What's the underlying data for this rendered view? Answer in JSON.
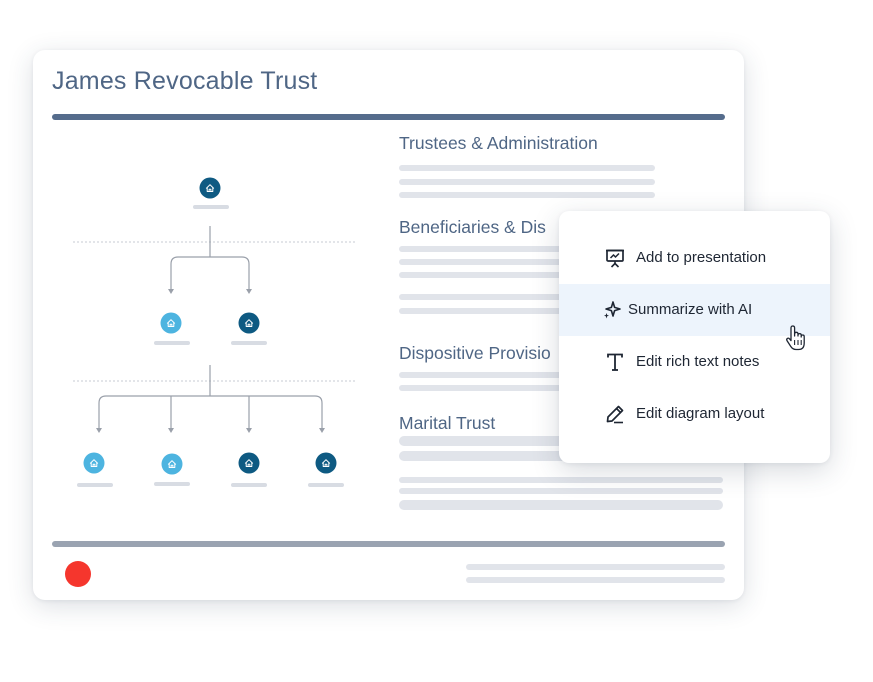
{
  "document": {
    "title": "James Revocable Trust"
  },
  "sections": [
    {
      "heading": "Trustees & Administration"
    },
    {
      "heading": "Beneficiaries & Dis"
    },
    {
      "heading": "Dispositive Provisio"
    },
    {
      "heading": "Marital Trust"
    }
  ],
  "context_menu": {
    "items": [
      {
        "label": "Add to presentation",
        "icon": "presentation-icon"
      },
      {
        "label": "Summarize with AI",
        "icon": "sparkle-icon",
        "active": true
      },
      {
        "label": "Edit rich text notes",
        "icon": "text-icon"
      },
      {
        "label": "Edit diagram layout",
        "icon": "pen-icon"
      }
    ]
  },
  "diagram": {
    "nodes": [
      {
        "level": 0,
        "icon": "home-icon",
        "color": "#0e5a82"
      },
      {
        "level": 1,
        "icon": "home-icon",
        "color": "#4db4e0"
      },
      {
        "level": 1,
        "icon": "home-icon",
        "color": "#0e5a82"
      },
      {
        "level": 2,
        "icon": "home-icon",
        "color": "#4db4e0"
      },
      {
        "level": 2,
        "icon": "home-icon",
        "color": "#4db4e0"
      },
      {
        "level": 2,
        "icon": "home-icon",
        "color": "#0e5a82"
      },
      {
        "level": 2,
        "icon": "home-icon",
        "color": "#0e5a82"
      }
    ]
  },
  "colors": {
    "title": "#4f6685",
    "title_rule": "#556c8c",
    "bottom_rule": "#9aa3b1",
    "status_dot": "#f5362d",
    "placeholder_line": "#e1e4ea",
    "menu_highlight": "#edf4fc"
  }
}
